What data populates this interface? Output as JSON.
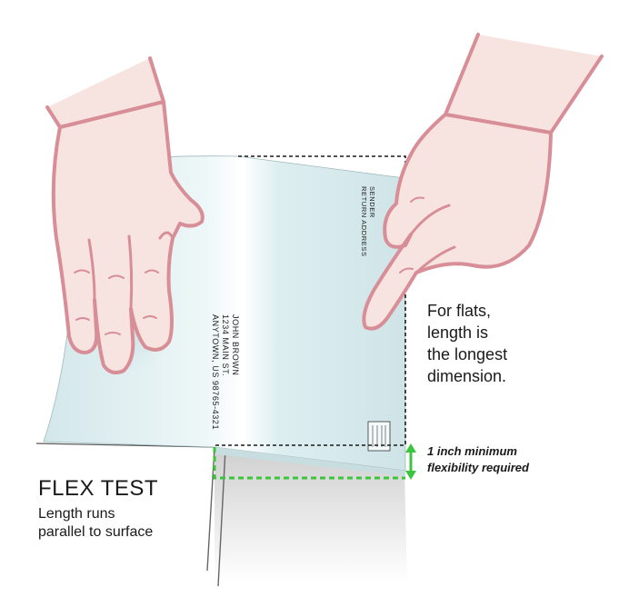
{
  "recipient_address": {
    "name": "JOHN BROWN",
    "street": "1234 MAIN ST.",
    "city": "ANYTOWN, US 98765-4321"
  },
  "sender_address": {
    "line1": "SENDER",
    "line2": "RETURN ADDRESS"
  },
  "flats_note": [
    "For flats,",
    "length is",
    "the longest",
    "dimension."
  ],
  "flexibility_note": [
    "1 inch minimum",
    "flexibility required"
  ],
  "flex_test": {
    "title": "FLEX TEST",
    "subtitle": [
      "Length runs",
      "parallel to surface"
    ]
  },
  "colors": {
    "mailpiece": "#d6e9ec",
    "hand_fill": "#f7e4e1",
    "hand_outline": "#d88e96",
    "flex_guide": "#3cc43c",
    "length_guide": "#1a1a1a"
  }
}
